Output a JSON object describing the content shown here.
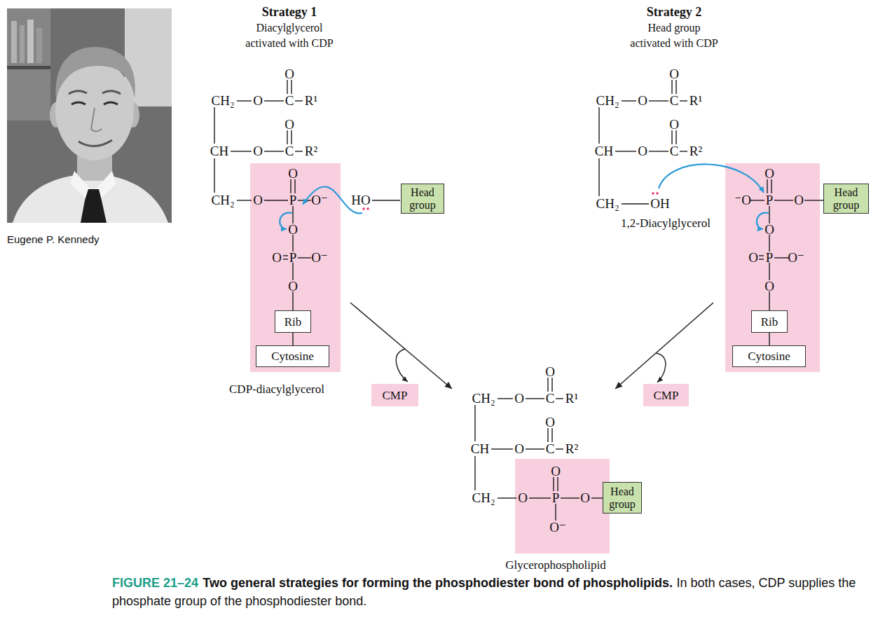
{
  "diagram": {
    "title": "Two general strategies for forming the phosphodiester bond of phospholipids.",
    "caption": "In both cases, CDP supplies the phosphate group of the phosphodiester bond.",
    "nodes": [
      {
        "text": [
          "O",
          "O",
          "P",
          "O⁻",
          "O",
          "O",
          "P",
          "O⁻",
          "O"
        ]
      },
      {
        "text": [
          "Rib"
        ],
        "in": 0
      },
      {
        "text": [
          "Cytosine"
        ],
        "in": 0
      },
      {
        "text": [
          "Head group"
        ]
      },
      {
        "text": [
          "O",
          "⁻O",
          "P",
          "O",
          "O",
          "O",
          "P",
          "O⁻",
          "O"
        ]
      },
      {
        "text": [
          "Rib"
        ],
        "in": 4
      },
      {
        "text": [
          "Cytosine"
        ],
        "in": 4
      },
      {
        "text": [
          "Head group"
        ]
      },
      {
        "text": [
          "CMP"
        ]
      },
      {
        "text": [
          "CMP"
        ]
      },
      {
        "text": [
          "O",
          "O",
          "P",
          "O",
          "O⁻"
        ]
      },
      {
        "text": [
          "Head group"
        ]
      }
    ],
    "labels": [
      "Eugene P. Kennedy",
      "Strategy 1",
      "Diacylglycerol activated with CDP",
      "Strategy 2",
      "Head group activated with CDP",
      "O",
      "CH₂",
      "O",
      "C",
      "R¹",
      "O",
      "CH",
      "O",
      "C",
      "R²",
      "CH₂",
      "HO",
      "CDP-diacylglycerol",
      "O",
      "CH₂",
      "O",
      "C",
      "R¹",
      "O",
      "CH",
      "O",
      "C",
      "R²",
      "CH₂",
      "OH",
      "1,2-Diacylglycerol",
      "O",
      "CH₂",
      "O",
      "C",
      "R¹",
      "O",
      "CH",
      "O",
      "C",
      "R²",
      "CH₂",
      "Glycerophospholipid",
      "FIGURE 21–24"
    ]
  }
}
